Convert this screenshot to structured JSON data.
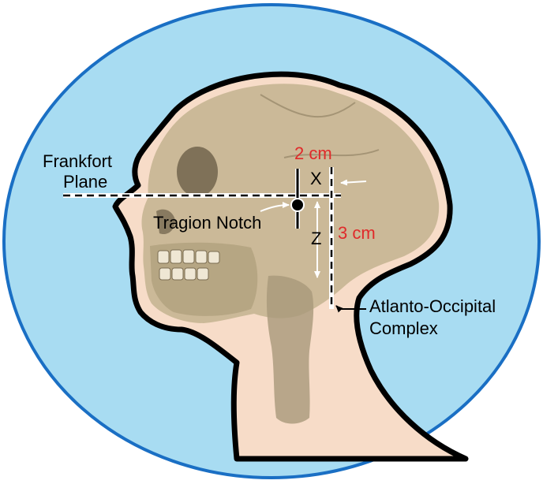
{
  "labels": {
    "frankfort_line1": "Frankfort",
    "frankfort_line2": "Plane",
    "tragion": "Tragion Notch",
    "x_label": "X",
    "z_label": "Z",
    "x_distance": "2 cm",
    "z_distance": "3 cm",
    "atlanto_line1": "Atlanto-Occipital",
    "atlanto_line2": "Complex"
  },
  "colors": {
    "background_ellipse": "#a8dcf2",
    "ellipse_stroke": "#1a6fc4",
    "skin": "#f7dcc8",
    "skull": "#c3b38f",
    "outline": "#000000",
    "measurement": "#e02a2a",
    "arrows": "#ffffff"
  },
  "icons": {
    "tragion_marker": "filled-circle-icon",
    "arrow": "arrow-icon"
  }
}
